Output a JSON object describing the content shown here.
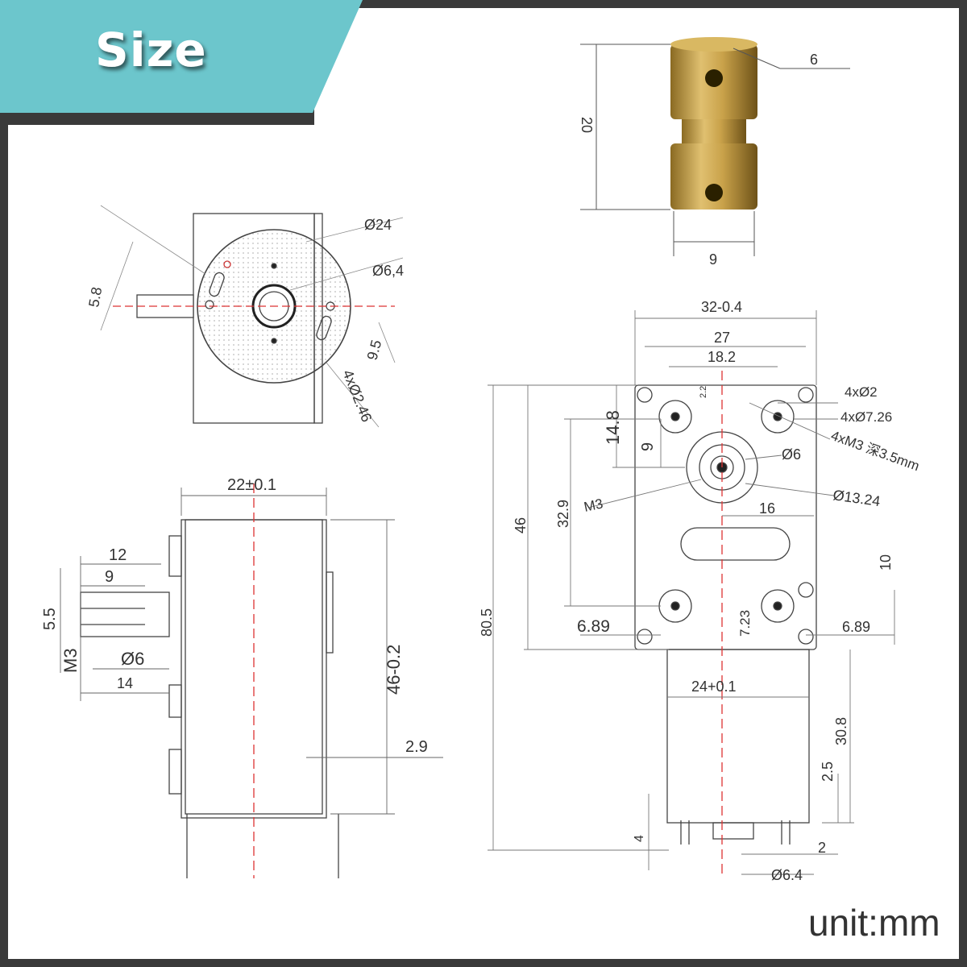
{
  "banner": {
    "title": "Size",
    "color": "#6cc6cc"
  },
  "unit_label": "unit:mm",
  "coupling": {
    "length": "20",
    "hole": "6",
    "diameter": "9"
  },
  "end_view": {
    "shaft_flat": "5.8",
    "body_dia": "Ø24",
    "hole_dia": "Ø6,4",
    "spacing": "9.5",
    "holes": "4xØ2.46"
  },
  "side_view": {
    "width": "22±0.1",
    "shaft_len": "12",
    "flat_len": "9",
    "flat_h": "5.5",
    "thread": "M3",
    "shaft_dia": "Ø6",
    "thread_len": "14",
    "height": "46-0.2",
    "step": "2.9"
  },
  "front_view": {
    "overall_w": "32-0.4",
    "hole_span": "27",
    "inner_span": "18.2",
    "tiny": "2.2",
    "screw_small": "4xØ2",
    "boss": "4xØ7.26",
    "tapped": "4xM3 深3.5mm",
    "top_offset": "14.8",
    "shaft_offset": "9",
    "shaft_hole": "Ø6",
    "hub": "Ø13.24",
    "thread": "M3",
    "half_w": "16",
    "total_h": "80.5",
    "gear_h": "46",
    "mid_h": "32.9",
    "slot_off": "10",
    "left_edge": "6.89",
    "right_edge": "6.89",
    "center_drop": "7.23",
    "motor_dia": "24+0.1",
    "motor_len": "30.8",
    "terminal_off": "2.5",
    "term_len": "4",
    "term_w": "2",
    "boss_dia": "Ø6.4"
  }
}
